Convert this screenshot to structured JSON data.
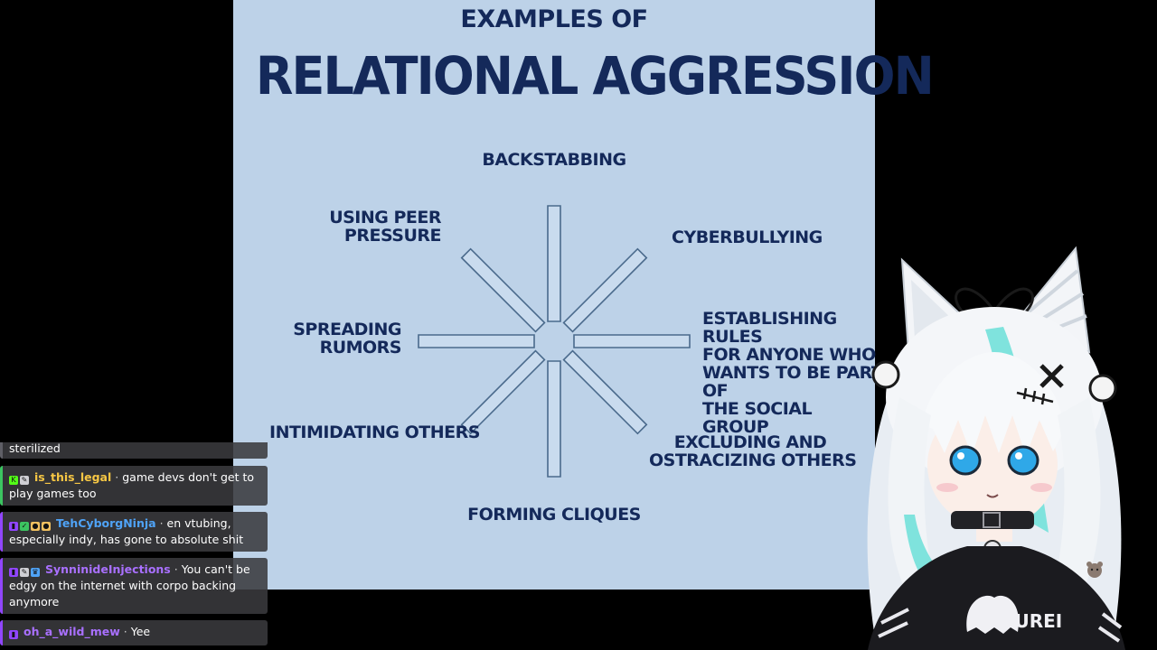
{
  "slide": {
    "kicker": "EXAMPLES OF",
    "title": "RELATIONAL AGGRESSION",
    "items": {
      "backstabbing": "BACKSTABBING",
      "peer_pressure_1": "USING PEER",
      "peer_pressure_2": "PRESSURE",
      "cyberbullying": "CYBERBULLYING",
      "rumors_1": "SPREADING",
      "rumors_2": "RUMORS",
      "establishing_1": "ESTABLISHING RULES",
      "establishing_2": "FOR ANYONE WHO",
      "establishing_3": "WANTS TO BE PART OF",
      "establishing_4": "THE SOCIAL GROUP",
      "intimidating": "INTIMIDATING OTHERS",
      "excluding_1": "EXCLUDING AND",
      "excluding_2": "OSTRACIZING OTHERS",
      "cliques": "FORMING CLIQUES"
    },
    "colors": {
      "background": "#bdd2e8",
      "text": "#14295a",
      "spoke_stroke": "#4a6a8c",
      "spoke_fill": "#c9dbee"
    }
  },
  "chat": {
    "messages": [
      {
        "username": "",
        "text": "sterilized",
        "user_color": "#ffffff",
        "accent": "#5f5f66",
        "badges": []
      },
      {
        "username": "is_this_legal",
        "text": "game devs don't get to play games too",
        "user_color": "#f7c744",
        "accent": "#3cc461",
        "badges": [
          "kick-icon",
          "pencil-icon"
        ]
      },
      {
        "username": "TehCyborgNinja",
        "text": "en vtubing, especially indy, has gone to absolute shit",
        "user_color": "#4fa3f7",
        "accent": "#9146ff",
        "badges": [
          "twitch-icon",
          "check-icon",
          "emote-icon",
          "emote-icon"
        ]
      },
      {
        "username": "SynninideInjections",
        "text": "You can't be edgy on the internet with corpo backing anymore",
        "user_color": "#a970ff",
        "accent": "#9146ff",
        "badges": [
          "twitch-icon",
          "pencil-icon",
          "crown-icon"
        ]
      },
      {
        "username": "oh_a_wild_mew",
        "text": "Yee",
        "user_color": "#a970ff",
        "accent": "#9146ff",
        "badges": [
          "twitch-icon"
        ]
      }
    ],
    "separator": "·"
  },
  "avatar": {
    "shirt_text": "YUREI",
    "colors": {
      "hair": "#eef2f6",
      "hair_accent": "#7fe3dd",
      "eyes": "#2fa8e8",
      "shirt": "#1b1b1f",
      "collar": "#222226"
    }
  }
}
